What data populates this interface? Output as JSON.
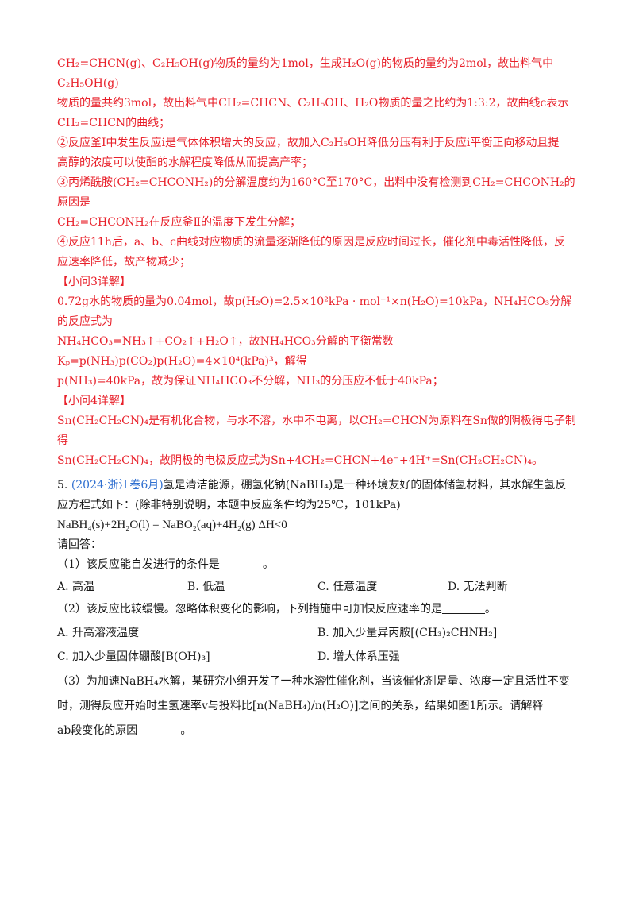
{
  "answer": {
    "l1": "CH₂=CHCN(g)、C₂H₅OH(g)物质的量约为1mol，生成H₂O(g)的物质的量约为2mol，故出料气中C₂H₅OH(g)",
    "l2": "物质的量共约3mol，故出料气中CH₂=CHCN、C₂H₅OH、H₂O物质的量之比约为1:3:2，故曲线c表示",
    "l3": "CH₂=CHCN的曲线；",
    "l4": "②反应釜Ⅰ中发生反应i是气体体积增大的反应，故加入C₂H₅OH降低分压有利于反应i平衡正向移动且提",
    "l5": "高醇的浓度可以使酯的水解程度降低从而提高产率；",
    "l6": "③丙烯酰胺(CH₂=CHCONH₂)的分解温度约为160°C至170°C，出料中没有检测到CH₂=CHCONH₂的原因是",
    "l7": "CH₂=CHCONH₂在反应釜Ⅱ的温度下发生分解；",
    "l8": "④反应11h后，a、b、c曲线对应物质的流量逐渐降低的原因是反应时间过长，催化剂中毒活性降低，反",
    "l9": "应速率降低，故产物减少；",
    "h3": "【小问3详解】",
    "m1": "0.72g水的物质的量为0.04mol，故p(H₂O)=2.5×10²kPa · mol⁻¹×n(H₂O)=10kPa，NH₄HCO₃分解的反应式为",
    "m2": "NH₄HCO₃=NH₃↑+CO₂↑+H₂O↑，故NH₄HCO₃分解的平衡常数Kₚ=p(NH₃)p(CO₂)p(H₂O)=4×10⁴(kPa)³，解得",
    "m3": "p(NH₃)=40kPa，故为保证NH₄HCO₃不分解，NH₃的分压应不低于40kPa；",
    "h4": "【小问4详解】",
    "n1": "Sn(CH₂CH₂CN)₄是有机化合物，与水不溶，水中不电离，以CH₂=CHCN为原料在Sn做的阴极得电子制得",
    "n2": "Sn(CH₂CH₂CN)₄，故阴极的电极反应式为Sn+4CH₂=CHCN+4e⁻+4H⁺=Sn(CH₂CH₂CN)₄。"
  },
  "question": {
    "number": "5.",
    "source": "(2024·浙江卷6月)",
    "intro1": "氢是清洁能源，硼氢化钠(NaBH₄)是一种环境友好的固体储氢材料，其水解生氢反",
    "intro2": "应方程式如下：(除非特别说明，本题中反应条件均为25℃，101kPa)",
    "equation": "NaBH₄(s)+2H₂O(l) = NaBO₂(aq)+4H₂(g)    ΔH<0",
    "prompt": "请回答：",
    "q1": "（1）该反应能自发进行的条件是",
    "q1_end": "。",
    "q1_options": [
      "A. 高温",
      "B. 低温",
      "C. 任意温度",
      "D. 无法判断"
    ],
    "q2": "（2）该反应比较缓慢。忽略体积变化的影响，下列措施中可加快反应速率的是",
    "q2_end": "。",
    "q2_options": [
      "A. 升高溶液温度",
      "B. 加入少量异丙胺[(CH₃)₂CHNH₂]",
      "C. 加入少量固体硼酸[B(OH)₃]",
      "D. 增大体系压强"
    ],
    "q3_1": "（3）为加速NaBH₄水解，某研究小组开发了一种水溶性催化剂，当该催化剂足量、浓度一定且活性不变",
    "q3_2": "时，测得反应开始时生氢速率v与投料比[n(NaBH₄)/n(H₂O)]之间的关系，结果如图1所示。请解释",
    "q3_3": "ab段变化的原因",
    "q3_end": "。"
  }
}
